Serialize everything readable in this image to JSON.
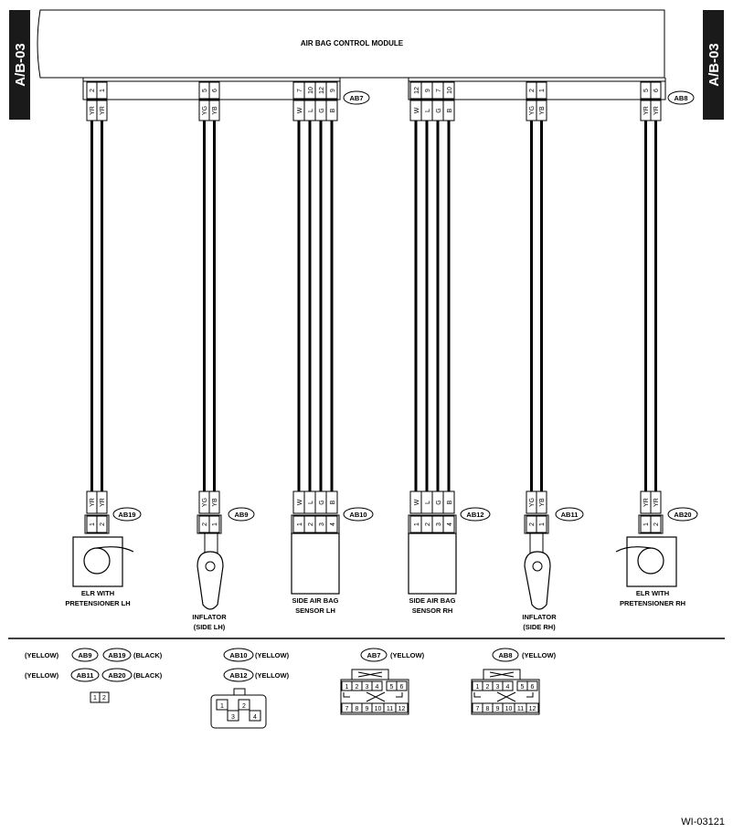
{
  "side_tag": "A/B-03",
  "module": {
    "title": "AIR BAG CONTROL MODULE"
  },
  "connectors": {
    "ab7": {
      "id": "AB7",
      "pins": [
        "7",
        "10",
        "12",
        "9"
      ]
    },
    "ab8": {
      "id": "AB8",
      "pins": [
        "5",
        "6"
      ]
    },
    "ab8b": {
      "pins": [
        "2",
        "1"
      ]
    },
    "ab8c": {
      "pins": [
        "12",
        "9",
        "7",
        "10"
      ]
    },
    "ab7l": {
      "pins": [
        "2",
        "1"
      ]
    },
    "ab7m": {
      "pins": [
        "5",
        "6"
      ]
    },
    "ab19": {
      "id": "AB19",
      "pins": [
        "1",
        "2"
      ]
    },
    "ab9": {
      "id": "AB9",
      "pins": [
        "2",
        "1"
      ]
    },
    "ab10": {
      "id": "AB10",
      "pins": [
        "1",
        "2",
        "3",
        "4"
      ]
    },
    "ab12": {
      "id": "AB12",
      "pins": [
        "1",
        "2",
        "3",
        "4"
      ]
    },
    "ab11": {
      "id": "AB11",
      "pins": [
        "2",
        "1"
      ]
    },
    "ab20": {
      "id": "AB20",
      "pins": [
        "1",
        "2"
      ]
    }
  },
  "wires": {
    "g1": [
      "YR",
      "YR"
    ],
    "g2": [
      "YG",
      "YB"
    ],
    "g3": [
      "W",
      "L",
      "G",
      "B"
    ],
    "g4": [
      "W",
      "L",
      "G",
      "B"
    ],
    "g5": [
      "YG",
      "YB"
    ],
    "g6": [
      "YR",
      "YR"
    ]
  },
  "components": {
    "elr_lh": [
      "ELR WITH",
      "PRETENSIONER LH"
    ],
    "inflator_lh": [
      "INFLATOR",
      "(SIDE LH)"
    ],
    "sensor_lh": [
      "SIDE AIR BAG",
      "SENSOR LH"
    ],
    "sensor_rh": [
      "SIDE AIR BAG",
      "SENSOR RH"
    ],
    "inflator_rh": [
      "INFLATOR",
      "(SIDE RH)"
    ],
    "elr_rh": [
      "ELR WITH",
      "PRETENSIONER RH"
    ]
  },
  "legend": {
    "yellow": "(YELLOW)",
    "black": "(BLACK)",
    "g1": {
      "row1": [
        "AB9",
        "AB19"
      ],
      "row2": [
        "AB11",
        "AB20"
      ],
      "pins": [
        "1",
        "2"
      ]
    },
    "g2": {
      "ids": [
        "AB10",
        "AB12"
      ],
      "pins": [
        "1",
        "2",
        "3",
        "4"
      ]
    },
    "g3": {
      "id": "AB7",
      "top": [
        "1",
        "2",
        "3",
        "4",
        "5",
        "6"
      ],
      "bottom": [
        "7",
        "8",
        "9",
        "10",
        "11",
        "12"
      ]
    },
    "g4": {
      "id": "AB8",
      "top": [
        "1",
        "2",
        "3",
        "4",
        "5",
        "6"
      ],
      "bottom": [
        "7",
        "8",
        "9",
        "10",
        "11",
        "12"
      ]
    }
  },
  "figure_code": "WI-03121"
}
